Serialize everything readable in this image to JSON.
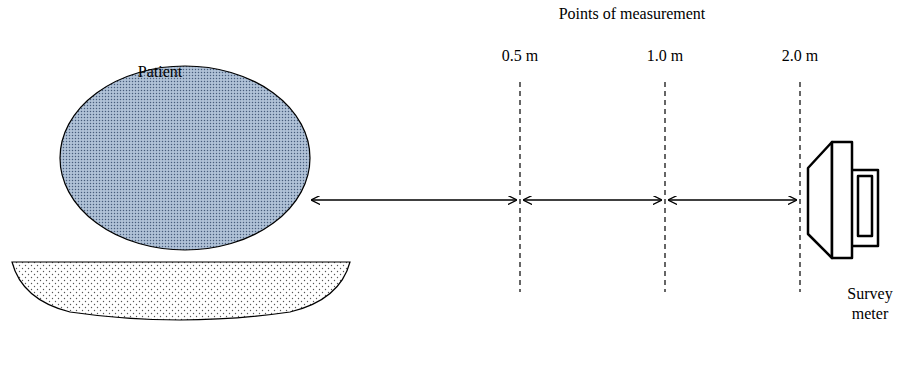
{
  "diagram": {
    "labels": [
      "Points of measurement",
      "Patient",
      "0.5 m",
      "1.0 m",
      "2.0 m",
      "Survey meter"
    ]
  }
}
